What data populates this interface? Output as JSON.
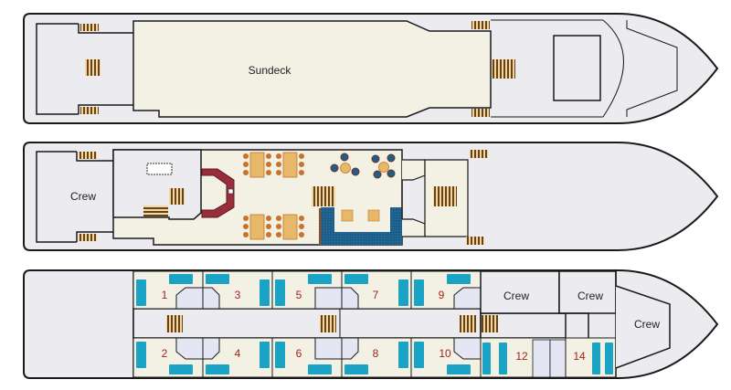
{
  "decks": [
    {
      "name": "upper",
      "labels": {
        "sundeck": "Sundeck"
      }
    },
    {
      "name": "middle",
      "labels": {
        "crew": "Crew"
      }
    },
    {
      "name": "lower",
      "labels": {
        "crew_a": "Crew",
        "crew_b": "Crew",
        "crew_c": "Crew"
      },
      "cabins": [
        "1",
        "2",
        "3",
        "4",
        "5",
        "6",
        "7",
        "8",
        "9",
        "10",
        "12",
        "14"
      ]
    }
  ],
  "colors": {
    "deck": "#ebebf0",
    "interior": "#f3f0e4",
    "stairs": "#c9a36a",
    "stairs_dark": "#6b4211",
    "bed": "#1ba3c6",
    "bar": "#9a2d3a",
    "pool": "#1d5f8a",
    "table": "#e8b86a",
    "chair": "#c8742a",
    "cabin_number": "#a3231f"
  }
}
